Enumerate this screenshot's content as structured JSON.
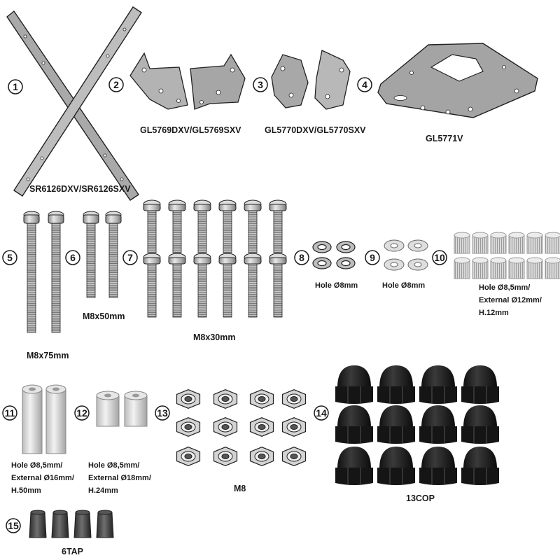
{
  "items": [
    {
      "number": "1",
      "label": "SR6126DXV/SR6126SXV"
    },
    {
      "number": "2",
      "label": "GL5769DXV/GL5769SXV"
    },
    {
      "number": "3",
      "label": "GL5770DXV/GL5770SXV"
    },
    {
      "number": "4",
      "label": "GL5771V"
    },
    {
      "number": "5",
      "label": "M8x75mm"
    },
    {
      "number": "6",
      "label": "M8x50mm"
    },
    {
      "number": "7",
      "label": "M8x30mm"
    },
    {
      "number": "8",
      "label": "Hole Ø8mm"
    },
    {
      "number": "9",
      "label": "Hole Ø8mm"
    },
    {
      "number": "10",
      "label_lines": [
        "Hole Ø8,5mm/",
        "External Ø12mm/",
        "H.12mm"
      ]
    },
    {
      "number": "11",
      "label_lines": [
        "Hole Ø8,5mm/",
        "External Ø16mm/",
        "H.50mm"
      ]
    },
    {
      "number": "12",
      "label_lines": [
        "Hole Ø8,5mm/",
        "External Ø18mm/",
        "H.24mm"
      ]
    },
    {
      "number": "13",
      "label": "M8"
    },
    {
      "number": "14",
      "label": "13COP"
    },
    {
      "number": "15",
      "label": "6TAP"
    }
  ]
}
